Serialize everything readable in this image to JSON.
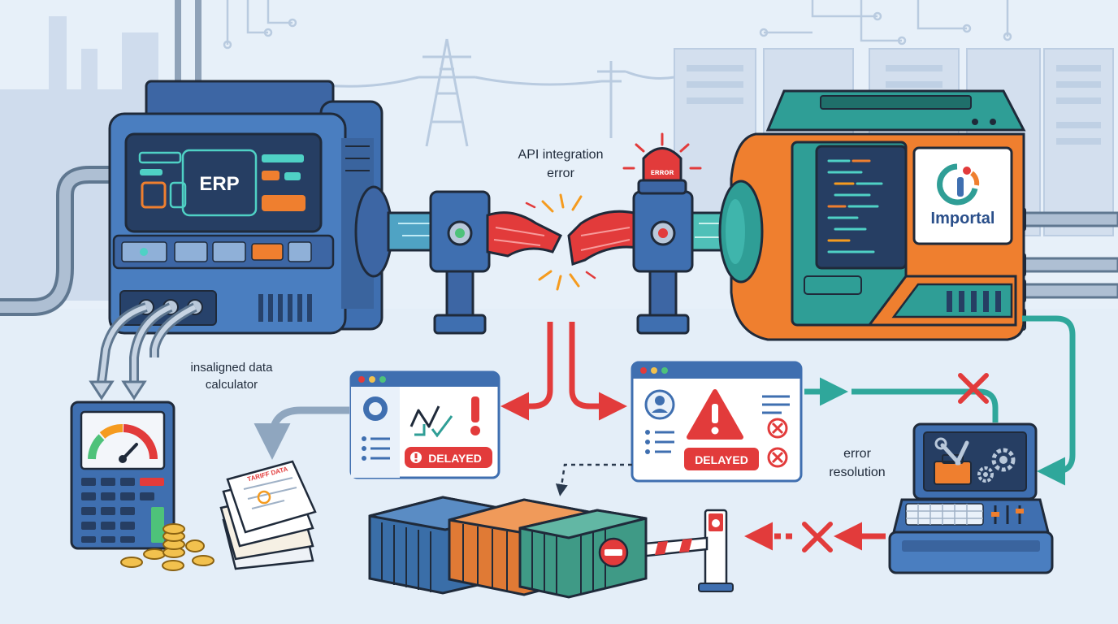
{
  "erp": {
    "screen_label": "ERP"
  },
  "importal": {
    "brand_name": "Importal"
  },
  "labels": {
    "api_error_line1": "API integration",
    "api_error_line2": "error",
    "siren_text": "ᴇʀʀᴏʀ",
    "misaligned_line1": "insaligned data",
    "misaligned_line2": "calculator",
    "resolution_line1": "error",
    "resolution_line2": "resolution",
    "invoice_stack_text": "TARIFF DATA"
  },
  "status_cards": [
    {
      "status": "DELAYED"
    },
    {
      "status": "DELAYED"
    }
  ],
  "colors": {
    "background": "#e7f0f9",
    "erp_blue": "#3f6fb0",
    "importal_orange": "#ef7f2f",
    "importal_teal": "#2f9e96",
    "error_red": "#e23b3b",
    "flow_teal": "#2fa79b",
    "container_blue": "#3a6ea8",
    "container_orange": "#e07a35",
    "container_green": "#3f9a86"
  },
  "icons": [
    "gauge-icon",
    "warning-icon",
    "user-icon",
    "wrench-icon",
    "gear-icon",
    "siren-icon",
    "x-icon",
    "no-entry-icon",
    "coin-icon"
  ]
}
